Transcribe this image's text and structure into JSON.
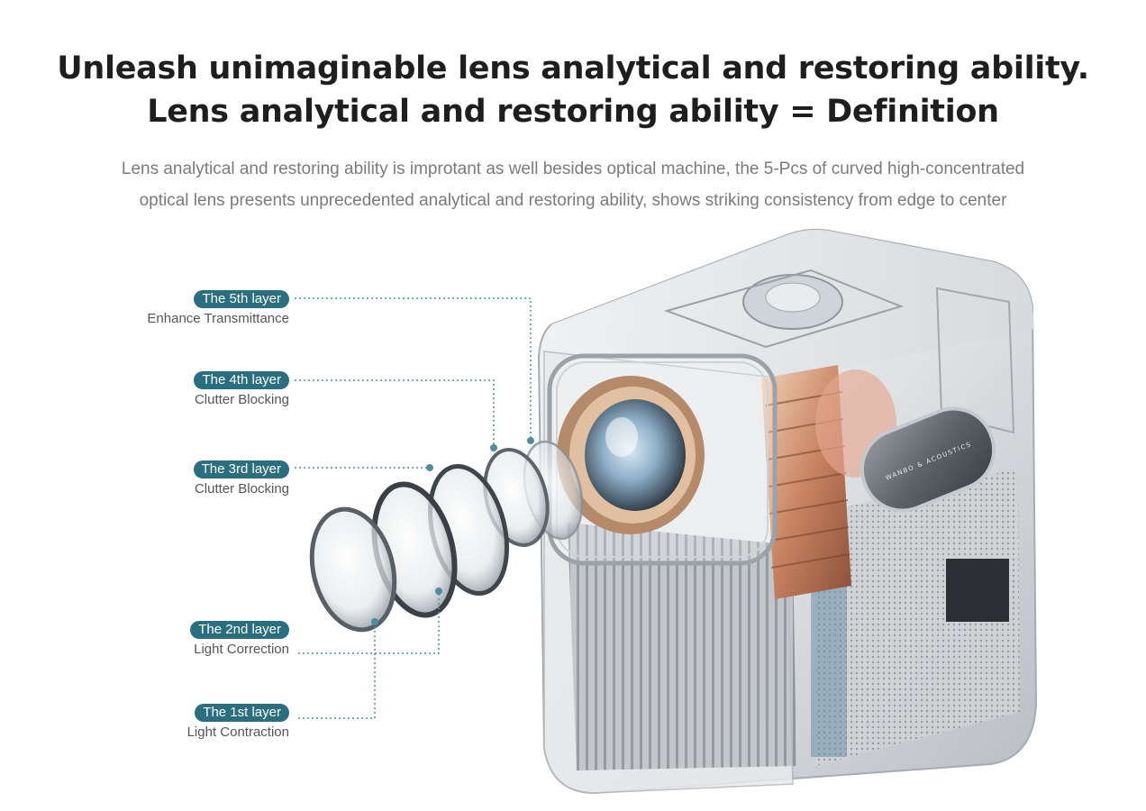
{
  "heading": {
    "line1": "Unleash unimaginable lens analytical and restoring ability.",
    "line2": "Lens analytical and restoring ability = Definition"
  },
  "description": {
    "line1": "Lens analytical and restoring ability is improtant as well besides optical machine, the 5-Pcs of curved high-concentrated",
    "line2": "optical lens presents unprecedented analytical and restoring ability, shows striking consistency from edge to center"
  },
  "layers": [
    {
      "badge": "The 5th layer",
      "caption": "Enhance Transmittance"
    },
    {
      "badge": "The 4th layer",
      "caption": "Clutter Blocking"
    },
    {
      "badge": "The 3rd layer",
      "caption": "Clutter Blocking"
    },
    {
      "badge": "The 2nd layer",
      "caption": "Light Correction"
    },
    {
      "badge": "The 1st layer",
      "caption": "Light Contraction"
    }
  ],
  "product": {
    "brand_mark": "WANBO & ACOUSTICS"
  },
  "colors": {
    "badge": "#2a6f80",
    "leader_line": "#4d8e9c",
    "heading": "#1e1e1e",
    "body_text": "#7b7b7b"
  },
  "icons": [
    "transparent-projector-image",
    "lens-element-icon"
  ]
}
